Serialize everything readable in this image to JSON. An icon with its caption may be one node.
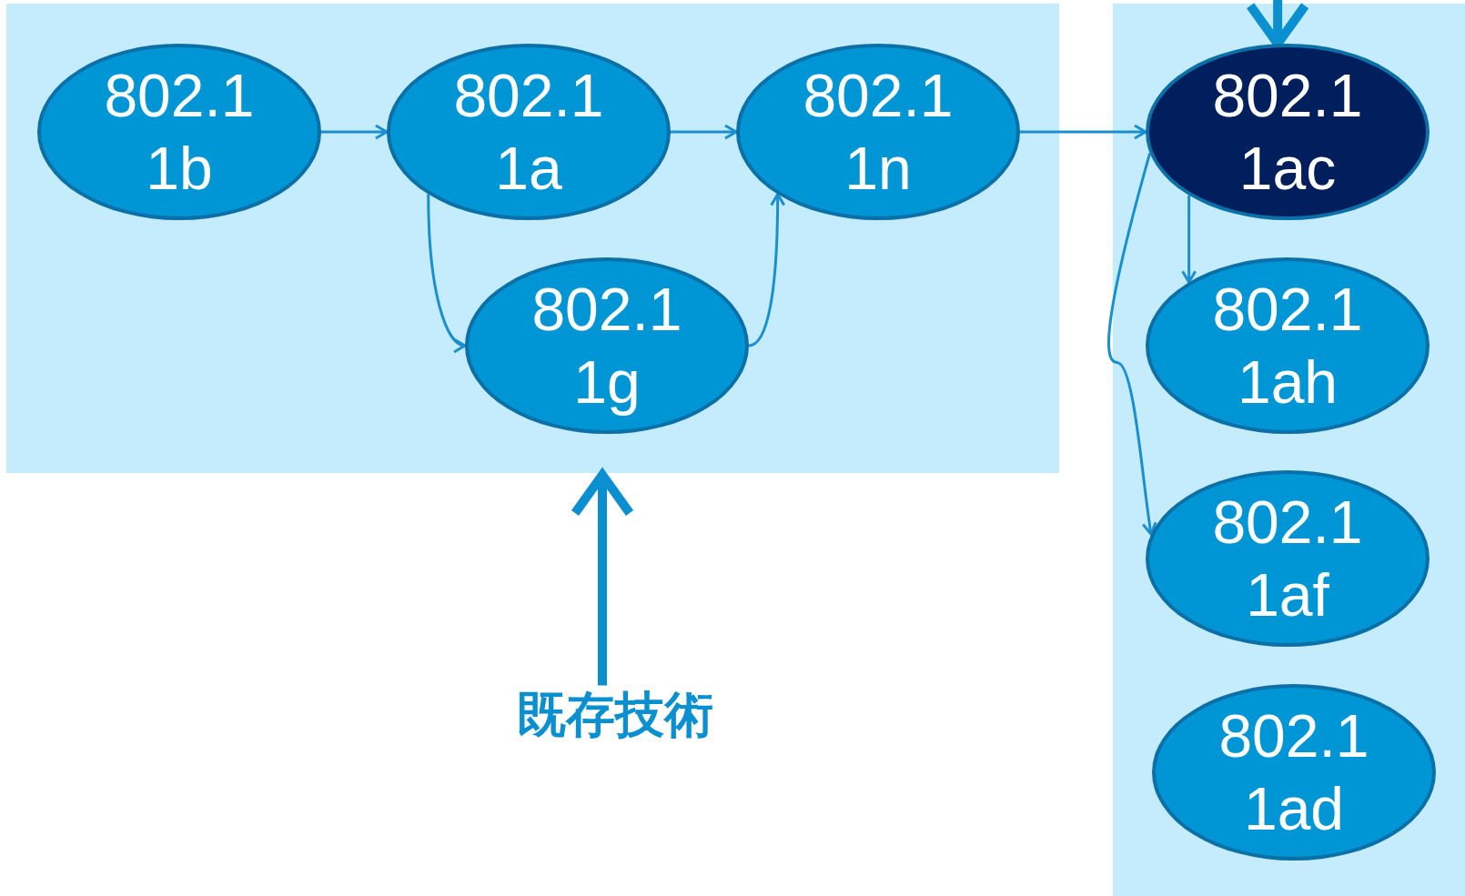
{
  "diagram": {
    "nodes": [
      {
        "text": [],
        "shape": "box"
      },
      {
        "text": [
          "802.1 1b"
        ],
        "in": 0
      },
      {
        "text": [
          "802.1 1a"
        ],
        "in": 0
      },
      {
        "text": [
          "802.1 1n"
        ],
        "in": 0
      },
      {
        "text": [
          "802.1 1g"
        ],
        "in": 0
      },
      {
        "text": [],
        "shape": "box"
      },
      {
        "text": [
          "802.1 1ac"
        ],
        "in": 5
      },
      {
        "text": [
          "802.1 1ah"
        ],
        "in": 5
      },
      {
        "text": [
          "802.1 1af"
        ],
        "in": 5
      },
      {
        "text": [
          "802.1 1ad"
        ],
        "in": 5
      },
      {
        "text": [
          "既存技術"
        ]
      }
    ],
    "edges": [
      {
        "from": 1,
        "to": 2,
        "arrow": "to"
      },
      {
        "from": 2,
        "to": 3,
        "arrow": "to"
      },
      {
        "from": 2,
        "to": 4,
        "arrow": "to"
      },
      {
        "from": 4,
        "to": 3,
        "arrow": "to"
      },
      {
        "from": 3,
        "to": 6,
        "arrow": "to"
      },
      {
        "from": 6,
        "to": 7,
        "arrow": "to"
      },
      {
        "from": 6,
        "to": 8,
        "arrow": "to"
      },
      {
        "from": null,
        "to": 6,
        "arrow": "to",
        "style": "thick"
      },
      {
        "from": 10,
        "to": 0,
        "arrow": "to",
        "style": "thick"
      }
    ]
  }
}
